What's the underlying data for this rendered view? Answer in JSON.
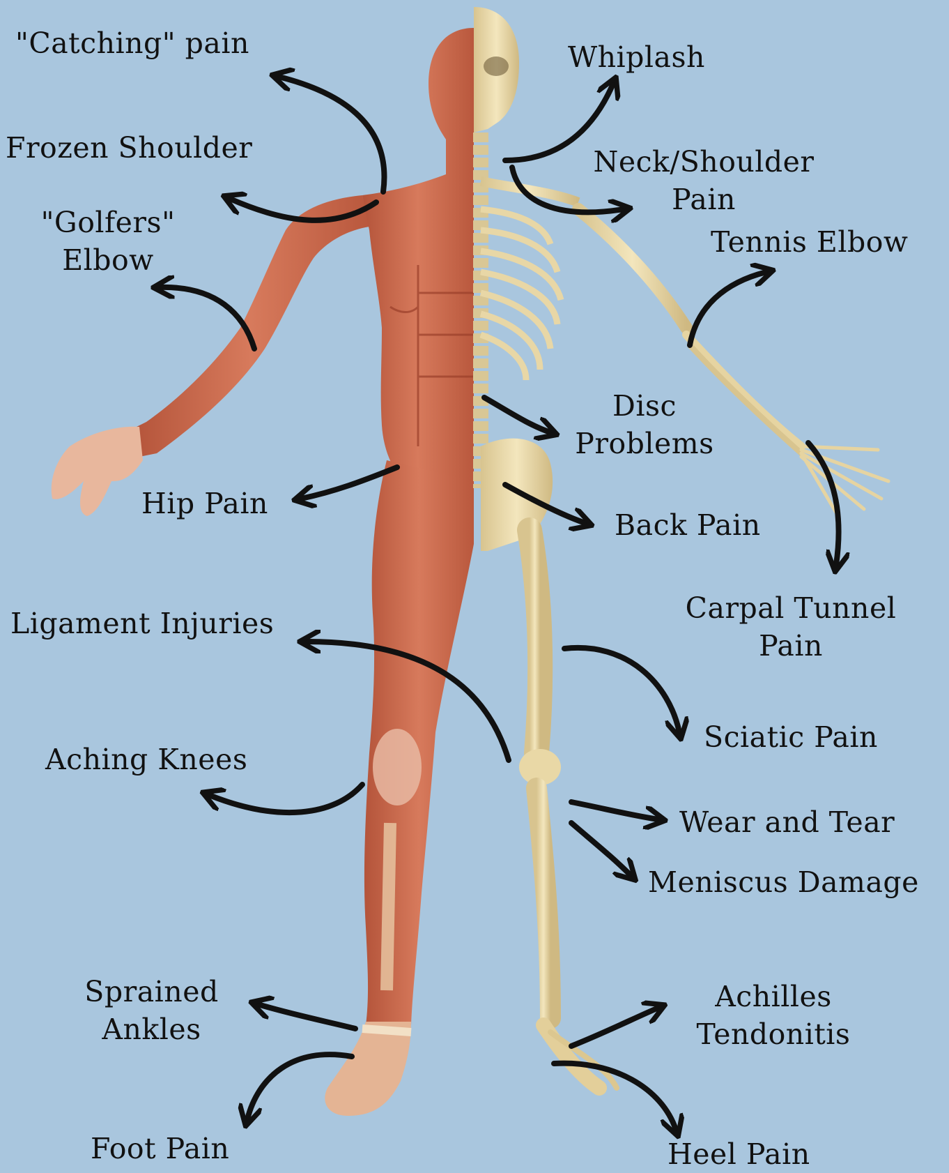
{
  "labels": {
    "catching_pain": "\"Catching\" pain",
    "frozen_shoulder": "Frozen Shoulder",
    "golfers_elbow_1": "\"Golfers\"",
    "golfers_elbow_2": "Elbow",
    "hip_pain": "Hip Pain",
    "ligament_injuries": "Ligament Injuries",
    "aching_knees": "Aching Knees",
    "sprained_ankles_1": "Sprained",
    "sprained_ankles_2": "Ankles",
    "foot_pain": "Foot Pain",
    "whiplash": "Whiplash",
    "neck_shoulder_1": "Neck/Shoulder",
    "neck_shoulder_2": "Pain",
    "tennis_elbow": "Tennis Elbow",
    "disc_problems_1": "Disc",
    "disc_problems_2": "Problems",
    "back_pain": "Back Pain",
    "carpal_tunnel_1": "Carpal Tunnel",
    "carpal_tunnel_2": "Pain",
    "sciatic_pain": "Sciatic Pain",
    "wear_and_tear": "Wear and Tear",
    "meniscus_damage": "Meniscus Damage",
    "achilles_1": "Achilles",
    "achilles_2": "Tendonitis",
    "heel_pain": "Heel Pain"
  },
  "colors": {
    "background": "#a9c6de",
    "muscle": "#c9664a",
    "muscle_dark": "#a34a33",
    "bone": "#ecdcae",
    "bone_shade": "#cbb680",
    "arrow": "#111111"
  }
}
